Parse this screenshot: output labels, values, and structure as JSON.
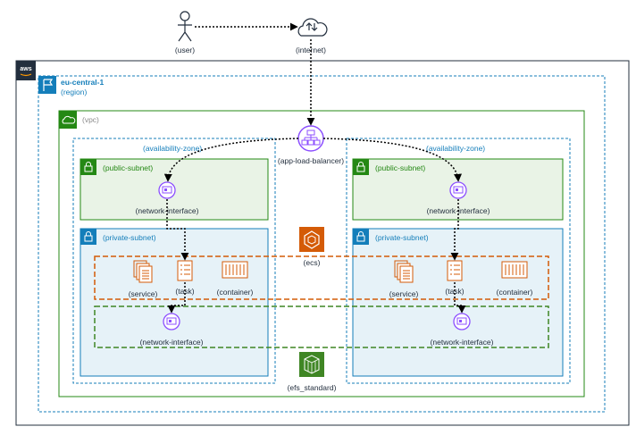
{
  "nodes": {
    "user": "(user)",
    "internet": "(internet)",
    "aws": "aws",
    "region_name": "eu-central-1",
    "region": "(region)",
    "vpc": "(vpc)",
    "alb": "(app-load-balancer)",
    "az_left": "(availability-zone)",
    "az_right": "(availability-zone)",
    "public_subnet_left": "(public-subnet)",
    "public_subnet_right": "(public-subnet)",
    "private_subnet_left": "(private-subnet)",
    "private_subnet_right": "(private-subnet)",
    "eni_public_left": "(network-interface)",
    "eni_public_right": "(network-interface)",
    "ecs": "(ecs)",
    "service_left": "(service)",
    "task_left": "(task)",
    "container_left": "(container)",
    "service_right": "(service)",
    "task_right": "(task)",
    "container_right": "(container)",
    "eni_private_left": "(network-interface)",
    "eni_private_right": "(network-interface)",
    "efs": "(efs_standard)"
  },
  "colors": {
    "region": "#147eba",
    "vpc": "#248814",
    "public_subnet_fill": "#e9f3e6",
    "private_subnet_fill": "#e6f2f8",
    "ecs_orange": "#d45b07",
    "alb_purple": "#8c4fff",
    "storage_green": "#3f8624"
  },
  "icons": {
    "user": "user-icon",
    "internet": "cloud-icon",
    "aws": "aws-logo",
    "region": "flag-icon",
    "vpc": "vpc-cloud-icon",
    "subnet": "lock-icon",
    "alb": "load-balancer-icon",
    "eni": "network-interface-icon",
    "ecs": "ecs-icon",
    "service": "service-stack-icon",
    "task": "task-list-icon",
    "container": "container-icon",
    "efs": "efs-icon"
  }
}
